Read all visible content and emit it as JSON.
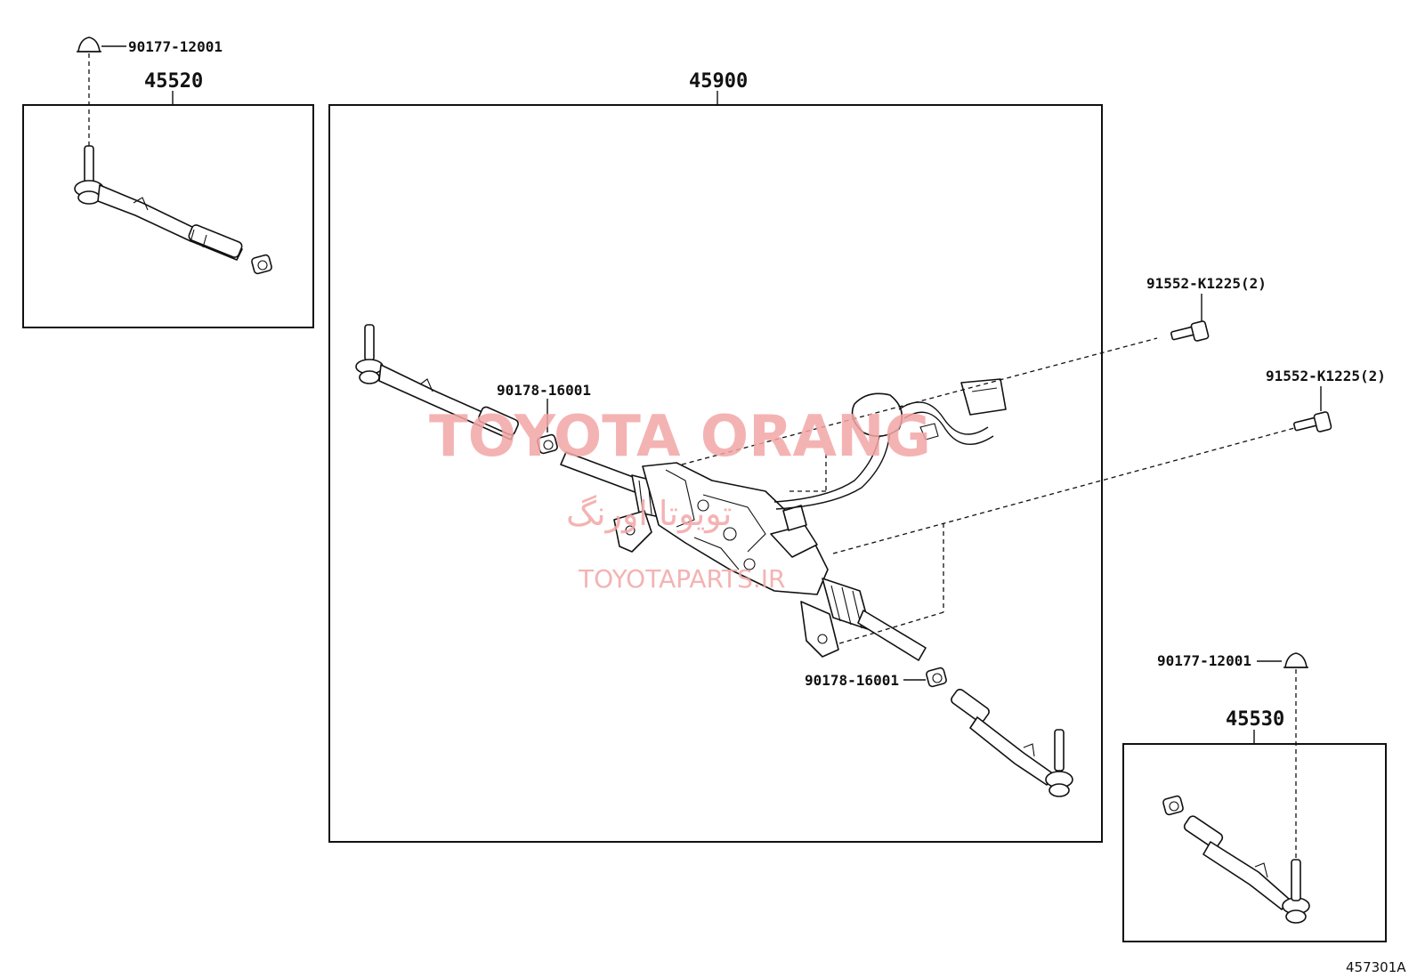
{
  "groups": {
    "left_tie_rod": "45520",
    "steering_gear": "45900",
    "right_tie_rod": "45530"
  },
  "part_labels": {
    "cap_top_left": "90177-12001",
    "nut_center": "90178-16001",
    "bolt_upper": "91552-K1225(2)",
    "bolt_lower": "91552-K1225(2)",
    "nut_lower": "90178-16001",
    "cap_bottom_right": "90177-12001"
  },
  "watermark": {
    "title": "TOYOTA ORANG",
    "persian": "تویوتا اورنگ",
    "site": "TOYOTAPARTS.IR"
  },
  "diagram_ref": "457301A"
}
